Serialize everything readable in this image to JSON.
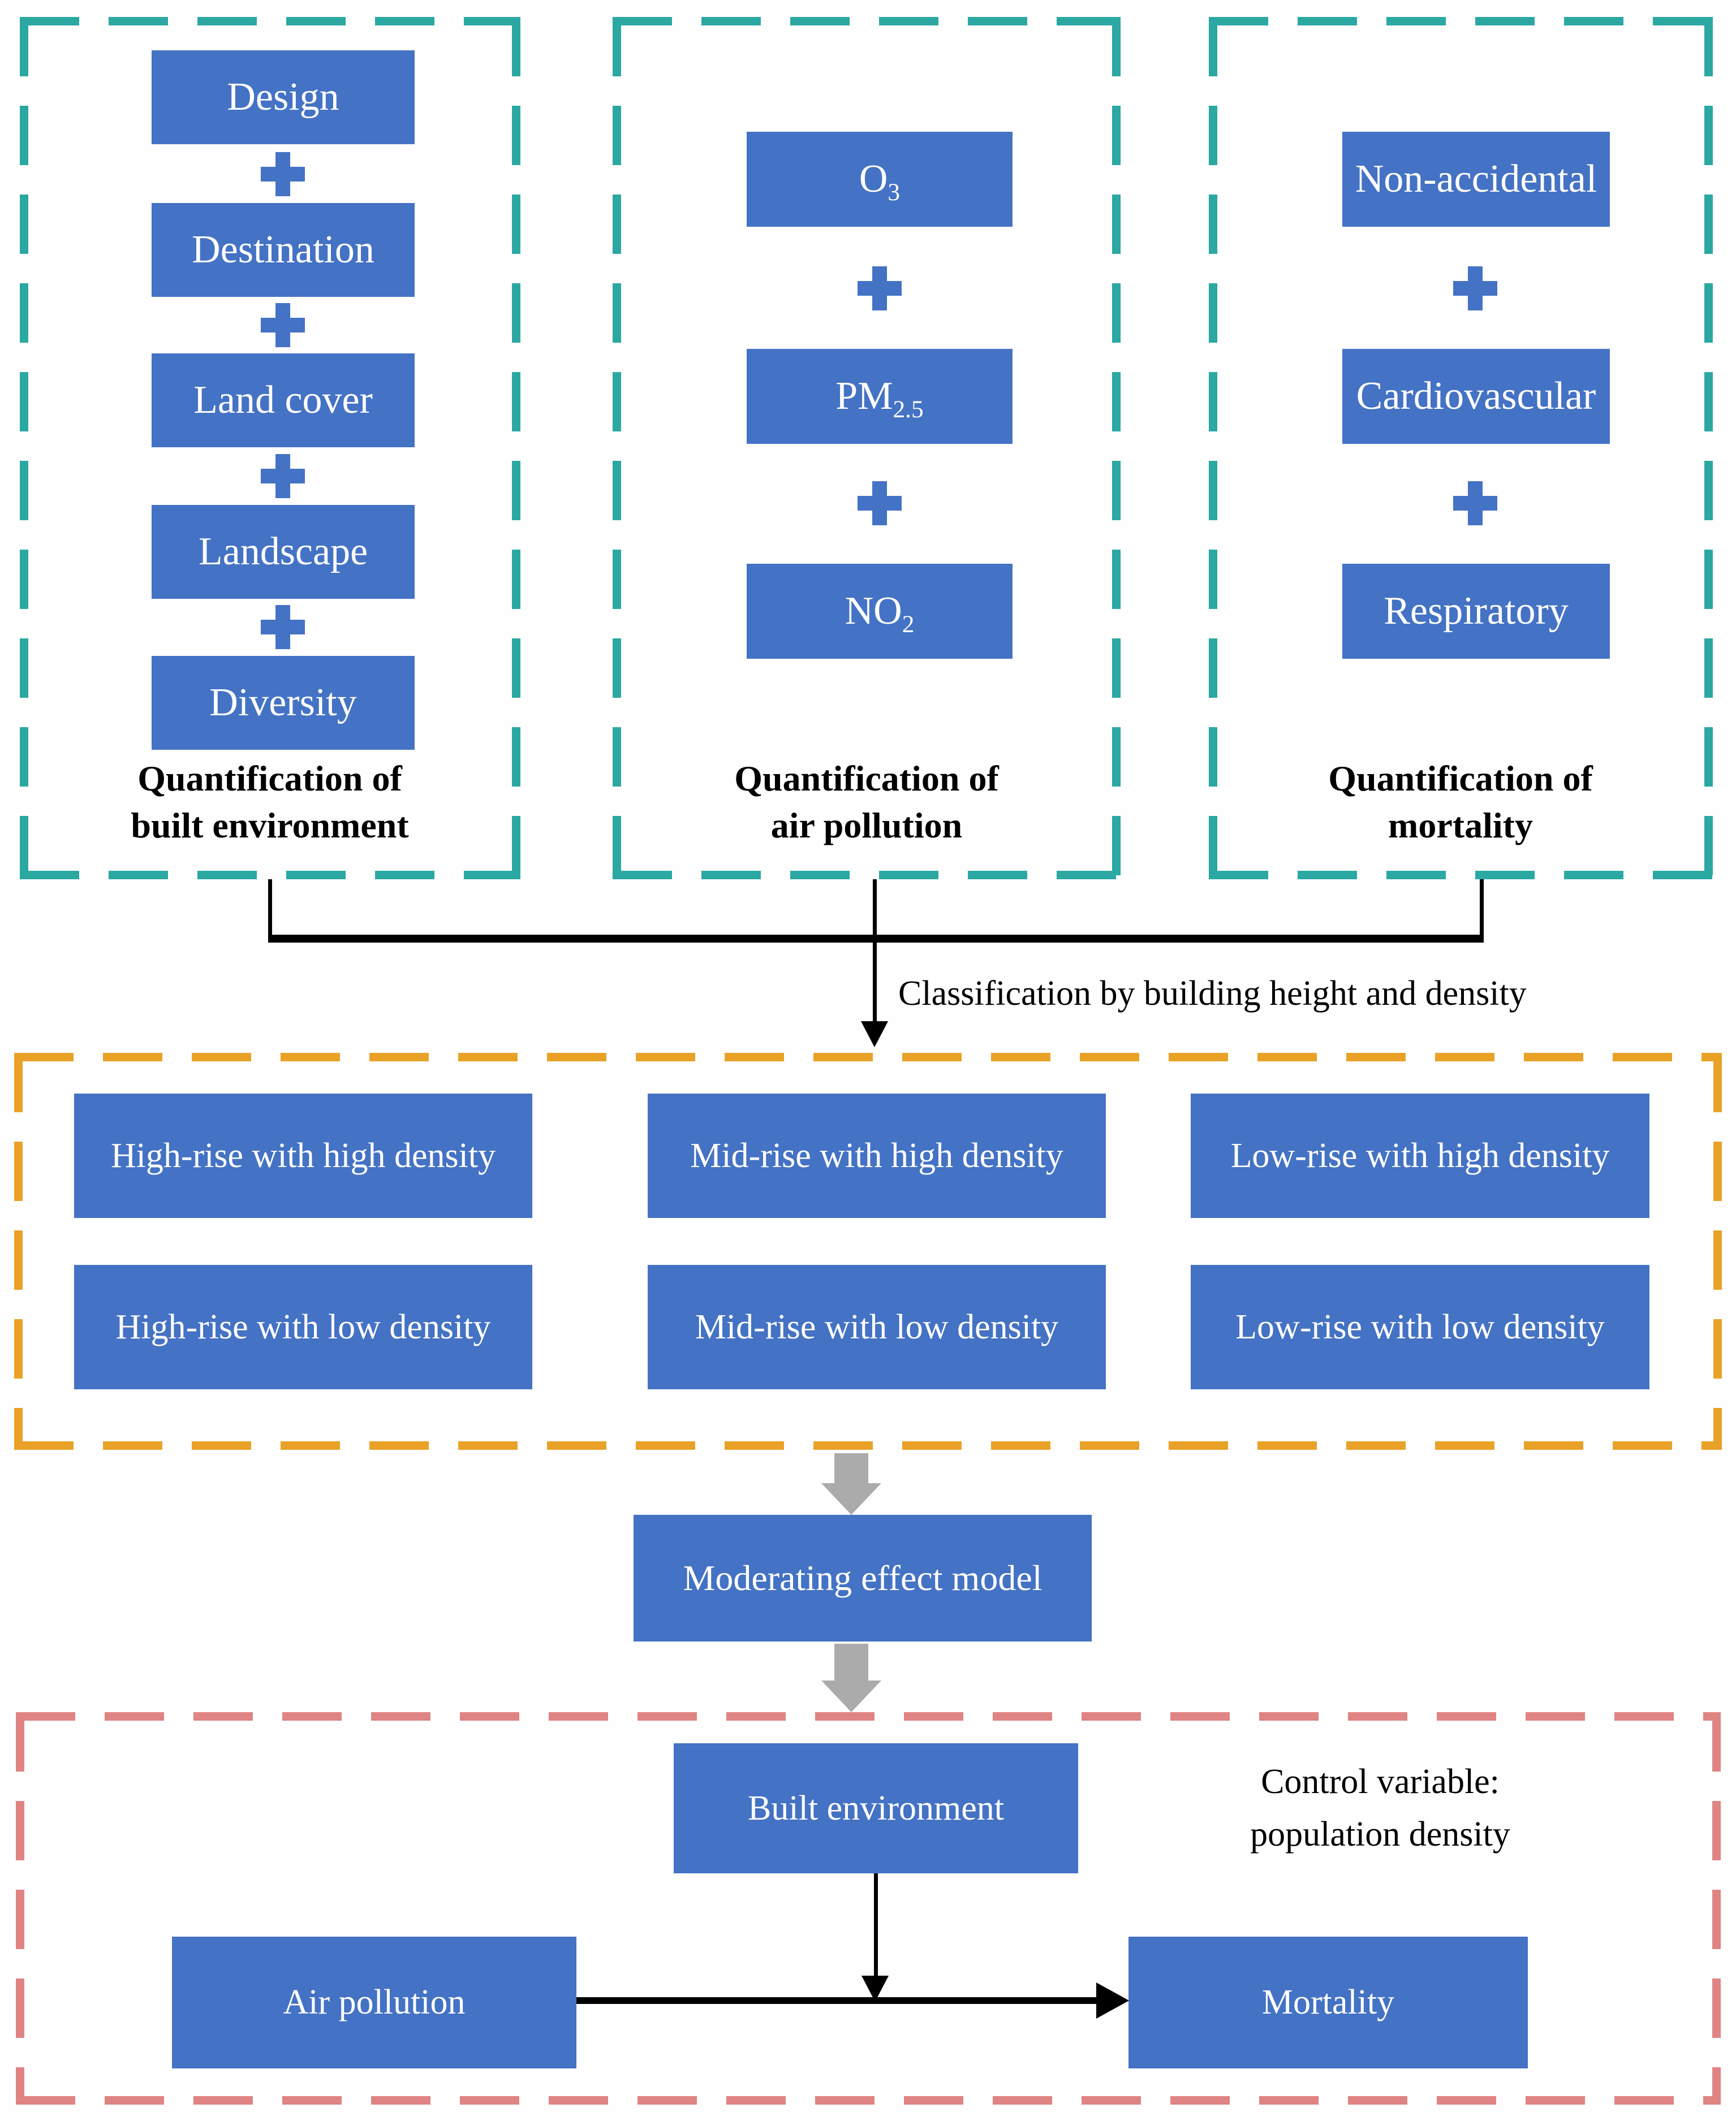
{
  "colors": {
    "blue": "#4472C4",
    "teal": "#2BA8A2",
    "orange": "#E9A227",
    "pink": "#E08383",
    "gray": "#ABABAB"
  },
  "top_groups": [
    {
      "label_line1": "Quantification of",
      "label_line2": "built environment",
      "items": [
        {
          "text": "Design",
          "sub": ""
        },
        {
          "text": "Destination",
          "sub": ""
        },
        {
          "text": "Land cover",
          "sub": ""
        },
        {
          "text": "Landscape",
          "sub": ""
        },
        {
          "text": "Diversity",
          "sub": ""
        }
      ]
    },
    {
      "label_line1": "Quantification of",
      "label_line2": "air pollution",
      "items": [
        {
          "text": "O",
          "sub": "3"
        },
        {
          "text": "PM",
          "sub": "2.5"
        },
        {
          "text": "NO",
          "sub": "2"
        }
      ]
    },
    {
      "label_line1": "Quantification of",
      "label_line2": "mortality",
      "items": [
        {
          "text": "Non-accidental",
          "sub": ""
        },
        {
          "text": "Cardiovascular",
          "sub": ""
        },
        {
          "text": "Respiratory",
          "sub": ""
        }
      ]
    }
  ],
  "classification_label": "Classification by building height and density",
  "classification_grid": {
    "rows": [
      [
        "High-rise with high density",
        "Mid-rise with high density",
        "Low-rise with high density"
      ],
      [
        "High-rise with low density",
        "Mid-rise with low density",
        "Low-rise with low density"
      ]
    ]
  },
  "moderating_label": "Moderating effect model",
  "final_model": {
    "built_environment": "Built environment",
    "air_pollution": "Air pollution",
    "mortality": "Mortality",
    "control_line1": "Control variable:",
    "control_line2": "population density"
  }
}
